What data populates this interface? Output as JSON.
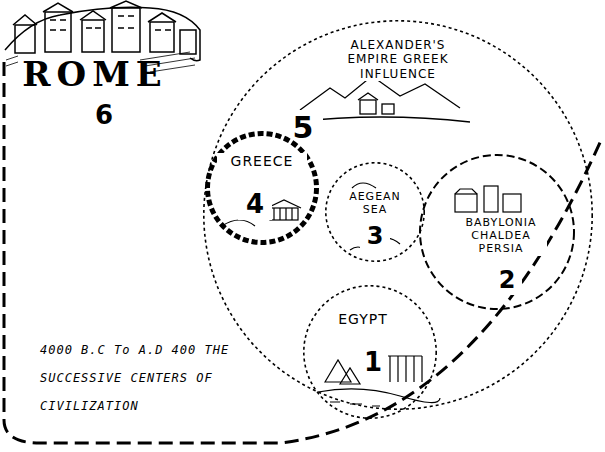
{
  "diagram": {
    "caption": "4000 B.C To A.D 400 THE SUCCESSIVE CENTERS OF CIVILIZATION",
    "nodes": [
      {
        "text": [
          "ALEXANDER'S EMPIRE GREEK INFLUENCE",
          "5"
        ]
      },
      {
        "text": [
          "GREECE",
          "4"
        ],
        "in": 0
      },
      {
        "text": [
          "AEGEAN SEA",
          "3"
        ],
        "in": 0
      },
      {
        "text": [
          "BABYLONIA CHALDEA PERSIA",
          "2"
        ],
        "in": 0
      },
      {
        "text": [
          "EGYPT",
          "1"
        ],
        "in": 0
      }
    ],
    "labels": [
      "ROME",
      "6"
    ]
  }
}
